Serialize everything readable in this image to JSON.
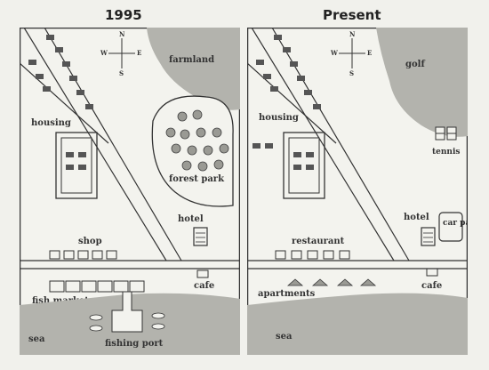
{
  "maps": [
    {
      "title": "1995",
      "compass": {
        "n": "N",
        "s": "S",
        "e": "E",
        "w": "W"
      },
      "labels": {
        "farmland": "farmland",
        "housing": "housing",
        "forest_park": "forest park",
        "hotel": "hotel",
        "shop": "shop",
        "fish_market": "fish market",
        "cafe": "cafe",
        "sea": "sea",
        "fishing_port": "fishing port"
      }
    },
    {
      "title": "Present",
      "compass": {
        "n": "N",
        "s": "S",
        "e": "E",
        "w": "W"
      },
      "labels": {
        "golf": "golf",
        "housing": "housing",
        "tennis": "tennis",
        "hotel": "hotel",
        "car_park": "car park",
        "restaurant": "restaurant",
        "apartments": "apartments",
        "cafe": "cafe",
        "sea": "sea"
      }
    }
  ],
  "colors": {
    "land": "#f3f3ee",
    "sea": "#b3b3ad",
    "ink": "#333333",
    "trees": "#9a9a94"
  }
}
